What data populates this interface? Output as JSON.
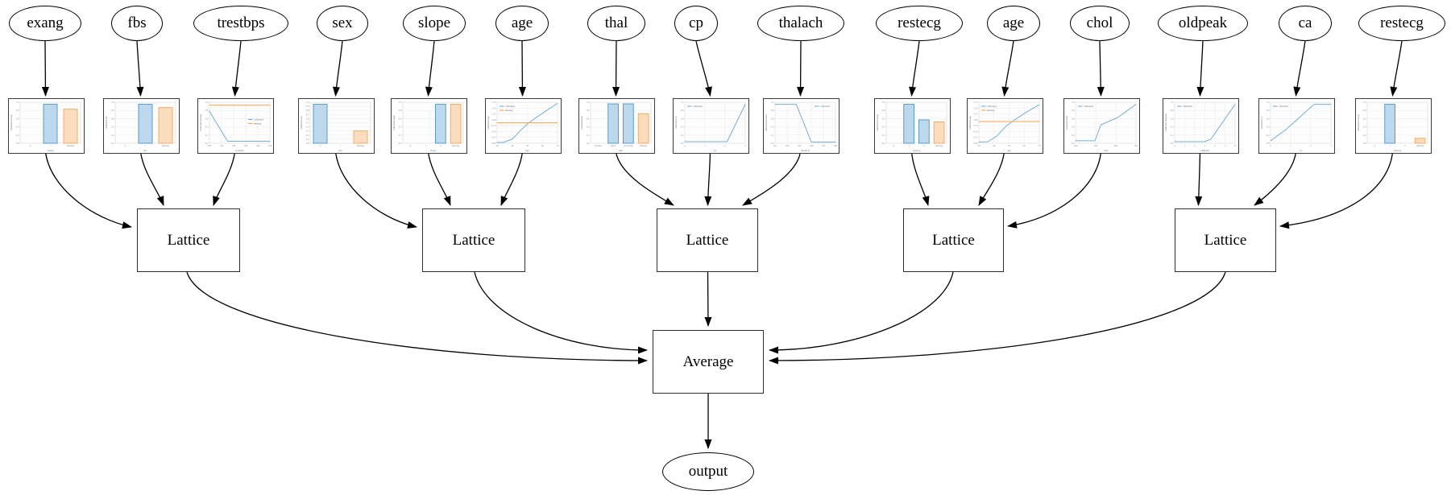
{
  "nodes": {
    "features": [
      "exang",
      "fbs",
      "trestbps",
      "sex",
      "slope",
      "age",
      "thal",
      "cp",
      "thalach",
      "restecg",
      "age",
      "chol",
      "oldpeak",
      "ca",
      "restecg"
    ],
    "lattice_label": "Lattice",
    "average_label": "Average",
    "output_label": "output"
  },
  "groups": {
    "lattice_inputs": [
      [
        0,
        1,
        2
      ],
      [
        3,
        4,
        5
      ],
      [
        6,
        7,
        8
      ],
      [
        9,
        10,
        11
      ],
      [
        12,
        13,
        14
      ]
    ],
    "lattices_feed": "Average",
    "average_feeds": "output"
  },
  "colors": {
    "bar_blue_fill": "#bcd8ec",
    "bar_blue_edge": "#4f94c4",
    "bar_orange_fill": "#fbdcbc",
    "bar_orange_edge": "#eda65c",
    "line_blue": "#76aed2",
    "line_orange": "#f5a54a",
    "grid": "#e9e9e9",
    "plot_border": "#cccccc",
    "tick_text": "#8a8a8a",
    "label_text": "#707070",
    "edge": "#000000"
  },
  "chart_data": [
    {
      "feature": "exang",
      "type": "bar",
      "xlabel": "exang",
      "ylabel": "calibrated exang",
      "x_ticks": [
        "0",
        "1",
        "missing"
      ],
      "y_ticks": [
        "0.0",
        "0.2",
        "0.4",
        "0.6",
        "0.8",
        "1.0"
      ],
      "bars": [
        {
          "x": "1",
          "height": 0.95,
          "color": "blue"
        },
        {
          "x": "missing",
          "height": 0.83,
          "color": "orange"
        }
      ],
      "series": [],
      "legend": null
    },
    {
      "feature": "fbs",
      "type": "bar",
      "xlabel": "fbs",
      "ylabel": "calibrated fbs",
      "x_ticks": [
        "0",
        "1",
        "missing"
      ],
      "y_ticks": [
        "0.0",
        "0.2",
        "0.4",
        "0.6",
        "0.8",
        "1.0"
      ],
      "bars": [
        {
          "x": "1",
          "height": 0.95,
          "color": "blue"
        },
        {
          "x": "missing",
          "height": 0.87,
          "color": "orange"
        }
      ],
      "series": [],
      "legend": null
    },
    {
      "feature": "trestbps",
      "type": "line",
      "xlabel": "trestbps",
      "ylabel": "calibrated trestbps",
      "x_ticks": [
        "100",
        "120",
        "140",
        "160",
        "180",
        "200"
      ],
      "y_ticks": [
        "0.0",
        "0.2",
        "0.4",
        "0.6",
        "0.8",
        "1.0"
      ],
      "bars": [],
      "series": [
        {
          "name": "calibrated",
          "color": "blue",
          "points": [
            [
              0,
              0.78
            ],
            [
              0.3,
              0.05
            ],
            [
              1,
              0.05
            ]
          ]
        },
        {
          "name": "missing",
          "color": "orange",
          "points": [
            [
              0,
              0.93
            ],
            [
              1,
              0.93
            ]
          ]
        }
      ],
      "legend": {
        "position": "e",
        "entries": [
          {
            "label": "calibrated",
            "color": "blue"
          },
          {
            "label": "missing",
            "color": "orange"
          }
        ]
      }
    },
    {
      "feature": "sex",
      "type": "bar",
      "xlabel": "sex",
      "ylabel": "calibrated sex",
      "x_ticks": [
        "0",
        "1",
        "missing"
      ],
      "y_ticks": [
        "0.0",
        "0.1",
        "0.2",
        "0.3",
        "0.4",
        "0.5",
        "0.6",
        "0.7",
        "0.8",
        "0.9",
        "1.0"
      ],
      "bars": [
        {
          "x": "0",
          "height": 0.95,
          "color": "blue"
        },
        {
          "x": "missing",
          "height": 0.3,
          "color": "orange"
        }
      ],
      "series": [],
      "legend": null
    },
    {
      "feature": "slope",
      "type": "bar",
      "xlabel": "slope",
      "ylabel": "calibrated slope",
      "x_ticks": [
        "0",
        "1",
        "2",
        "missing"
      ],
      "y_ticks": [
        "0.0",
        "0.2",
        "0.4",
        "0.6",
        "0.8",
        "1.0"
      ],
      "bars": [
        {
          "x": "2",
          "height": 0.95,
          "color": "blue"
        },
        {
          "x": "missing",
          "height": 0.95,
          "color": "orange"
        }
      ],
      "series": [],
      "legend": null
    },
    {
      "feature": "age",
      "type": "line",
      "xlabel": "age",
      "ylabel": "calibrated age",
      "x_ticks": [
        "30",
        "40",
        "50",
        "60",
        "70"
      ],
      "y_ticks": [
        "0.00",
        "0.25",
        "0.50",
        "0.75",
        "1.00",
        "1.25",
        "1.50",
        "1.75"
      ],
      "bars": [],
      "series": [
        {
          "name": "calibrated",
          "color": "blue",
          "points": [
            [
              0,
              0.02
            ],
            [
              0.1,
              0.02
            ],
            [
              0.25,
              0.1
            ],
            [
              0.4,
              0.33
            ],
            [
              0.5,
              0.47
            ],
            [
              0.62,
              0.6
            ],
            [
              0.8,
              0.78
            ],
            [
              1,
              0.97
            ]
          ]
        },
        {
          "name": "missing",
          "color": "orange",
          "points": [
            [
              0,
              0.5
            ],
            [
              1,
              0.5
            ]
          ]
        }
      ],
      "legend": {
        "position": "nw",
        "entries": [
          {
            "label": "calibrated",
            "color": "blue"
          },
          {
            "label": "missing",
            "color": "orange"
          }
        ]
      }
    },
    {
      "feature": "thal",
      "type": "bar",
      "xlabel": "thal",
      "ylabel": "calibrated thal",
      "x_ticks": [
        "normal",
        "fixed",
        "reversible",
        "missing"
      ],
      "y_ticks": [
        "0.0",
        "0.2",
        "0.4",
        "0.6",
        "0.8",
        "1.0"
      ],
      "bars": [
        {
          "x": "fixed",
          "height": 0.96,
          "color": "blue"
        },
        {
          "x": "reversible",
          "height": 0.96,
          "color": "blue"
        },
        {
          "x": "missing",
          "height": 0.72,
          "color": "orange"
        }
      ],
      "series": [],
      "legend": null
    },
    {
      "feature": "cp",
      "type": "line",
      "xlabel": "cp",
      "ylabel": "calibrated cp",
      "x_ticks": [
        "0",
        "1",
        "2",
        "3"
      ],
      "y_ticks": [
        "0.0",
        "0.2",
        "0.4",
        "0.6",
        "0.8",
        "1.0"
      ],
      "bars": [],
      "series": [
        {
          "name": "calibrated",
          "color": "blue",
          "points": [
            [
              0,
              0.04
            ],
            [
              0.7,
              0.04
            ],
            [
              1,
              0.95
            ]
          ]
        }
      ],
      "legend": {
        "position": "nw",
        "entries": [
          {
            "label": "calibrated",
            "color": "blue"
          }
        ]
      }
    },
    {
      "feature": "thalach",
      "type": "line",
      "xlabel": "thalach",
      "ylabel": "calibrated thalach",
      "x_ticks": [
        "80",
        "100",
        "120",
        "140",
        "160",
        "180"
      ],
      "y_ticks": [
        "0.0",
        "0.2",
        "0.4",
        "0.6",
        "0.8",
        "1.0"
      ],
      "bars": [],
      "series": [
        {
          "name": "calibrated",
          "color": "blue",
          "points": [
            [
              0,
              0.95
            ],
            [
              0.35,
              0.95
            ],
            [
              0.6,
              0.03
            ],
            [
              1,
              0.03
            ]
          ]
        }
      ],
      "legend": {
        "position": "ne",
        "entries": [
          {
            "label": "calibrated",
            "color": "blue"
          }
        ]
      }
    },
    {
      "feature": "restecg",
      "type": "bar",
      "xlabel": "restecg",
      "ylabel": "calibrated restecg",
      "x_ticks": [
        "0",
        "1",
        "2",
        "missing"
      ],
      "y_ticks": [
        "0.0",
        "0.2",
        "0.4",
        "0.6",
        "0.8",
        "1.0"
      ],
      "bars": [
        {
          "x": "1",
          "height": 0.95,
          "color": "blue"
        },
        {
          "x": "2",
          "height": 0.57,
          "color": "blue"
        },
        {
          "x": "missing",
          "height": 0.52,
          "color": "orange"
        }
      ],
      "series": [],
      "legend": null
    },
    {
      "feature": "age",
      "type": "line",
      "xlabel": "age",
      "ylabel": "calibrated age",
      "x_ticks": [
        "30",
        "40",
        "50",
        "60",
        "70"
      ],
      "y_ticks": [
        "0.00",
        "0.25",
        "0.50",
        "0.75",
        "1.00",
        "1.25",
        "1.50",
        "1.75"
      ],
      "bars": [],
      "series": [
        {
          "name": "calibrated",
          "color": "blue",
          "points": [
            [
              0,
              0.03
            ],
            [
              0.15,
              0.04
            ],
            [
              0.3,
              0.18
            ],
            [
              0.45,
              0.42
            ],
            [
              0.6,
              0.58
            ],
            [
              0.8,
              0.77
            ],
            [
              1,
              0.94
            ]
          ]
        },
        {
          "name": "missing",
          "color": "orange",
          "points": [
            [
              0,
              0.53
            ],
            [
              1,
              0.53
            ]
          ]
        }
      ],
      "legend": {
        "position": "nw",
        "entries": [
          {
            "label": "calibrated",
            "color": "blue"
          },
          {
            "label": "missing",
            "color": "orange"
          }
        ]
      }
    },
    {
      "feature": "chol",
      "type": "line",
      "xlabel": "chol",
      "ylabel": "calibrated chol",
      "x_ticks": [
        "200",
        "300",
        "400",
        "500"
      ],
      "y_ticks": [
        "0.0",
        "0.2",
        "0.4",
        "0.6",
        "0.8",
        "1.0"
      ],
      "bars": [],
      "series": [
        {
          "name": "calibrated",
          "color": "blue",
          "points": [
            [
              0,
              0.06
            ],
            [
              0.32,
              0.06
            ],
            [
              0.42,
              0.45
            ],
            [
              0.7,
              0.63
            ],
            [
              1,
              0.95
            ]
          ]
        }
      ],
      "legend": {
        "position": "nw",
        "entries": [
          {
            "label": "calibrated",
            "color": "blue"
          }
        ]
      }
    },
    {
      "feature": "oldpeak",
      "type": "line",
      "xlabel": "oldpeak",
      "ylabel": "calibrated oldpeak",
      "x_ticks": [
        "0",
        "1",
        "2",
        "3",
        "4",
        "5",
        "6"
      ],
      "y_ticks": [
        "0.0",
        "0.2",
        "0.4",
        "0.6",
        "0.8",
        "1.0"
      ],
      "bars": [],
      "series": [
        {
          "name": "calibrated",
          "color": "blue",
          "points": [
            [
              0,
              0.04
            ],
            [
              0.5,
              0.04
            ],
            [
              0.6,
              0.1
            ],
            [
              1,
              0.95
            ]
          ]
        }
      ],
      "legend": {
        "position": "nw",
        "entries": [
          {
            "label": "calibrated",
            "color": "blue"
          }
        ]
      }
    },
    {
      "feature": "ca",
      "type": "line",
      "xlabel": "ca",
      "ylabel": "calibrated ca",
      "x_ticks": [
        "0",
        "1",
        "2",
        "3"
      ],
      "y_ticks": [
        "0.0",
        "0.2",
        "0.4",
        "0.6",
        "0.8",
        "1.0"
      ],
      "bars": [],
      "series": [
        {
          "name": "calibrated",
          "color": "blue",
          "points": [
            [
              0,
              0.06
            ],
            [
              0.25,
              0.33
            ],
            [
              0.72,
              0.95
            ],
            [
              1,
              0.95
            ]
          ]
        }
      ],
      "legend": {
        "position": "nw",
        "entries": [
          {
            "label": "calibrated",
            "color": "blue"
          }
        ]
      }
    },
    {
      "feature": "restecg",
      "type": "bar",
      "xlabel": "restecg",
      "ylabel": "calibrated restecg",
      "x_ticks": [
        "0",
        "1",
        "2",
        "missing"
      ],
      "y_ticks": [
        "0.0",
        "0.2",
        "0.4",
        "0.6",
        "0.8",
        "1.0"
      ],
      "bars": [
        {
          "x": "1",
          "height": 0.95,
          "color": "blue"
        },
        {
          "x": "missing",
          "height": 0.12,
          "color": "orange"
        }
      ],
      "series": [],
      "legend": null
    }
  ]
}
